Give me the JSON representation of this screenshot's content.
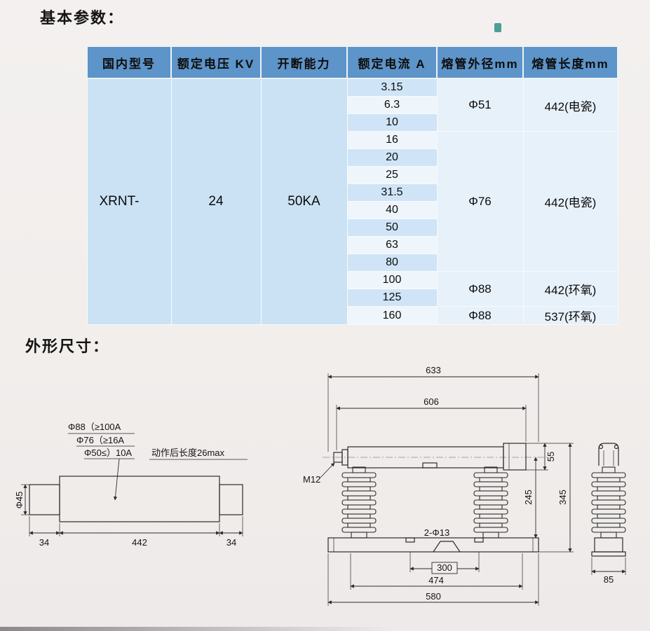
{
  "sections": {
    "basic_params": "基本参数：",
    "outline_dims": "外形尺寸："
  },
  "table": {
    "headers": [
      "国内型号",
      "额定电压 KV",
      "开断能力",
      "额定电流 A",
      "熔管外径mm",
      "熔管长度mm"
    ],
    "model": "XRNT-",
    "voltage": "24",
    "breaking_capacity": "50KA",
    "current_rows": [
      "3.15",
      "6.3",
      "10",
      "16",
      "20",
      "25",
      "31.5",
      "40",
      "50",
      "63",
      "80",
      "100",
      "125",
      "160"
    ],
    "groups": [
      {
        "diameter": "Φ51",
        "length": "442(电瓷)"
      },
      {
        "diameter": "Φ76",
        "length": "442(电瓷)"
      },
      {
        "diameter": "Φ88",
        "length": "442(环氧)"
      },
      {
        "diameter": "Φ88",
        "length": "537(环氧)"
      }
    ]
  },
  "drawings": {
    "fuse_tube": {
      "callout_d88": "Φ88（≥100A",
      "callout_d76": "Φ76（≥16A",
      "callout_d50": "Φ50≤）10A",
      "callout_after_action": "动作后长度26max",
      "dim_diameter": "Φ45",
      "dim_left_cap": "34",
      "dim_body": "442",
      "dim_right_cap": "34"
    },
    "mount": {
      "dim_overall_top": "633",
      "dim_inner_top": "606",
      "thread_label": "M12",
      "dim_cap_height": "55",
      "dim_center_to_base": "245",
      "dim_total_height": "345",
      "hole_label": "2-Φ13",
      "dim_hole_spacing": "300",
      "dim_foot_spacing": "474",
      "dim_base_width": "580",
      "dim_side_depth": "85"
    }
  }
}
